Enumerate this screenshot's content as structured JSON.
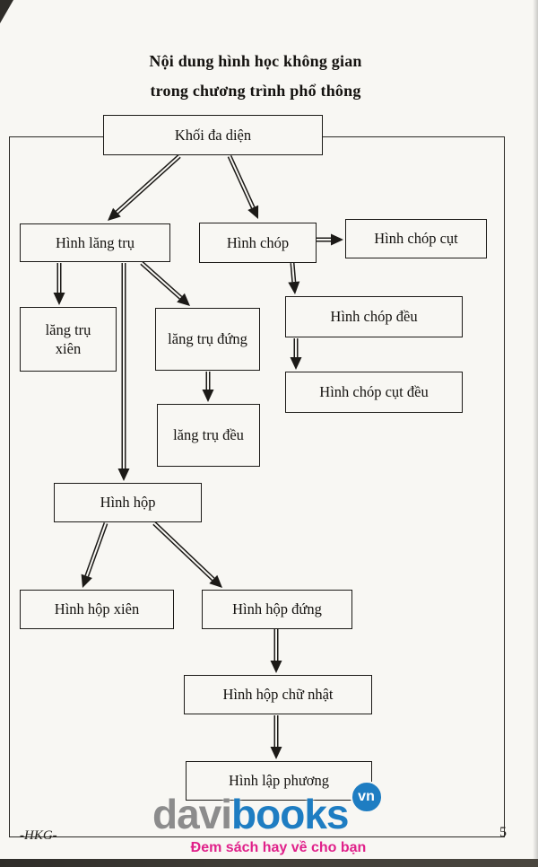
{
  "page": {
    "title_line1": "Nội dung hình học không gian",
    "title_line2": "trong chương trình phổ thông",
    "footer_left": "-HKG-",
    "page_number": "5"
  },
  "watermark": {
    "logo_gray": "davi",
    "logo_blue": "books",
    "logo_badge": "vn",
    "tagline": "Đem sách hay về cho bạn",
    "color_gray": "#8c8c8c",
    "color_blue": "#1e7dc2",
    "color_magenta": "#e0218a"
  },
  "diagram": {
    "type": "flowchart",
    "nodes": [
      {
        "id": "khoi-da-dien",
        "label": "Khối đa diện"
      },
      {
        "id": "hinh-lang-tru",
        "label": "Hình lăng trụ"
      },
      {
        "id": "hinh-chop",
        "label": "Hình chóp"
      },
      {
        "id": "hinh-chop-cut",
        "label": "Hình chóp cụt"
      },
      {
        "id": "hinh-chop-deu",
        "label": "Hình chóp đều"
      },
      {
        "id": "hinh-chop-cut-deu",
        "label": "Hình chóp cụt đều"
      },
      {
        "id": "lang-tru-xien",
        "label": "lăng trụ xiên"
      },
      {
        "id": "lang-tru-dung",
        "label": "lăng trụ đứng"
      },
      {
        "id": "lang-tru-deu",
        "label": "lăng trụ đều"
      },
      {
        "id": "hinh-hop",
        "label": "Hình hộp"
      },
      {
        "id": "hinh-hop-xien",
        "label": "Hình hộp xiên"
      },
      {
        "id": "hinh-hop-dung",
        "label": "Hình hộp đứng"
      },
      {
        "id": "hinh-hop-chu-nhat",
        "label": "Hình hộp chữ nhật"
      },
      {
        "id": "hinh-lap-phuong",
        "label": "Hình lập phương"
      }
    ],
    "edges": [
      {
        "from": "khoi-da-dien",
        "to": "hinh-lang-tru"
      },
      {
        "from": "khoi-da-dien",
        "to": "hinh-chop"
      },
      {
        "from": "hinh-chop",
        "to": "hinh-chop-cut"
      },
      {
        "from": "hinh-chop",
        "to": "hinh-chop-deu"
      },
      {
        "from": "hinh-chop-deu",
        "to": "hinh-chop-cut-deu"
      },
      {
        "from": "hinh-lang-tru",
        "to": "lang-tru-xien"
      },
      {
        "from": "hinh-lang-tru",
        "to": "lang-tru-dung"
      },
      {
        "from": "lang-tru-dung",
        "to": "lang-tru-deu"
      },
      {
        "from": "hinh-lang-tru",
        "to": "hinh-hop"
      },
      {
        "from": "hinh-hop",
        "to": "hinh-hop-xien"
      },
      {
        "from": "hinh-hop",
        "to": "hinh-hop-dung"
      },
      {
        "from": "hinh-hop-dung",
        "to": "hinh-hop-chu-nhat"
      },
      {
        "from": "hinh-hop-chu-nhat",
        "to": "hinh-lap-phuong"
      }
    ]
  }
}
